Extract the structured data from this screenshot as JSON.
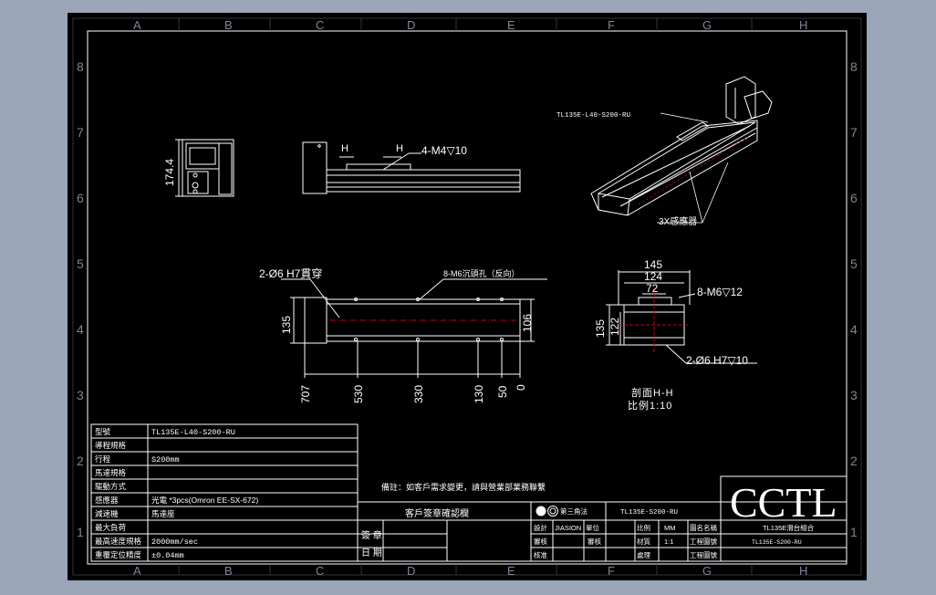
{
  "border": {
    "columns": [
      "A",
      "B",
      "C",
      "D",
      "E",
      "F",
      "G",
      "H"
    ],
    "rows": [
      "8",
      "7",
      "6",
      "5",
      "4",
      "3",
      "2",
      "1"
    ]
  },
  "views": {
    "side": {
      "dim_height": "174.4"
    },
    "front": {
      "section_mark_left": "H",
      "section_mark_right": "H",
      "hole_callout": "4-M4▽10"
    },
    "iso": {
      "model_label": "TL135E-L40-S200-RU",
      "sensor_label": "3X感應器"
    },
    "plan": {
      "pin_callout": "2-Ø6 H7貫穿",
      "tap_callout": "8-M6沉頭孔（反向）",
      "dim_height": "135",
      "dim_width": "106",
      "baseline": [
        "707",
        "530",
        "330",
        "130",
        "50",
        "0"
      ]
    },
    "section": {
      "dim_145": "145",
      "dim_124": "124",
      "dim_72": "72",
      "dim_135": "135",
      "dim_122": "122",
      "tap_callout": "8-M6▽12",
      "pin_callout": "2-Ø6 H7▽10",
      "title": "剖面H-H",
      "scale": "比例1:10"
    }
  },
  "spec_table": {
    "rows": [
      {
        "label": "型號",
        "value": "TL135E-L40-S200-RU"
      },
      {
        "label": "導程規格",
        "value": ""
      },
      {
        "label": "行程",
        "value": "S200mm"
      },
      {
        "label": "馬達規格",
        "value": ""
      },
      {
        "label": "驅動方式",
        "value": ""
      },
      {
        "label": "感應器",
        "value": "光電 *3pcs(Omron EE-SX-672)"
      },
      {
        "label": "減速機",
        "value": "馬達座"
      },
      {
        "label": "最大負荷",
        "value": ""
      },
      {
        "label": "最高速度規格",
        "value": "2000mm/sec"
      },
      {
        "label": "重覆定位精度",
        "value": "±0.04mm"
      }
    ]
  },
  "notes": {
    "remark": "備註：如客戶需求變更，請與營業部業務聯繫"
  },
  "title_block": {
    "customer_label": "客戶簽章確認欄",
    "sign_label": "簽 章",
    "date_label": "日 期",
    "projection_label": "第三角法",
    "drawing_no_top": "TL135E-S200-RU",
    "company_logo": "CCTL",
    "product_name": "TL135E滑台組合",
    "drawing_code": "TL135E-S200-RU",
    "unit_label": "單位",
    "unit_value": "MM",
    "scale_label": "比例",
    "scale_value": "1:1",
    "designer_label": "設計",
    "designer_value": "JIASION",
    "check_label": "審核",
    "approve_label": "核准",
    "check_value": "審核",
    "material_label": "材質",
    "treatment_label": "處理",
    "part_name_label": "圖名名稱",
    "drawing_no_label": "工程圖號",
    "work_order_label": "工程圖號"
  },
  "colors": {
    "frame_bg": "#000000",
    "outside_bg": "#9aa6b8",
    "line": "#ffffff",
    "center": "#c2001a",
    "border_text": "#7b8697"
  }
}
